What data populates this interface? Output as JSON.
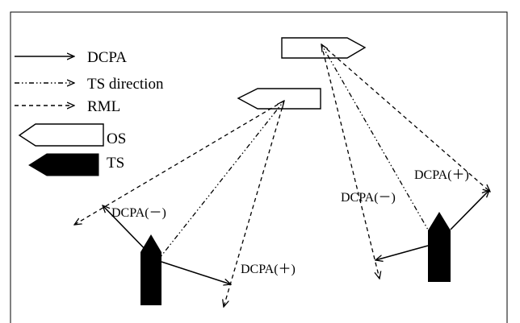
{
  "legend": {
    "dcpa": "DCPA",
    "ts_direction": "TS direction",
    "rml": "RML",
    "os": "OS",
    "ts": "TS"
  },
  "labels": {
    "dcpa_neg_left": "DCPA(－)",
    "dcpa_pos_left": "DCPA(＋)",
    "dcpa_neg_right": "DCPA(－)",
    "dcpa_pos_right": "DCPA(＋)"
  }
}
